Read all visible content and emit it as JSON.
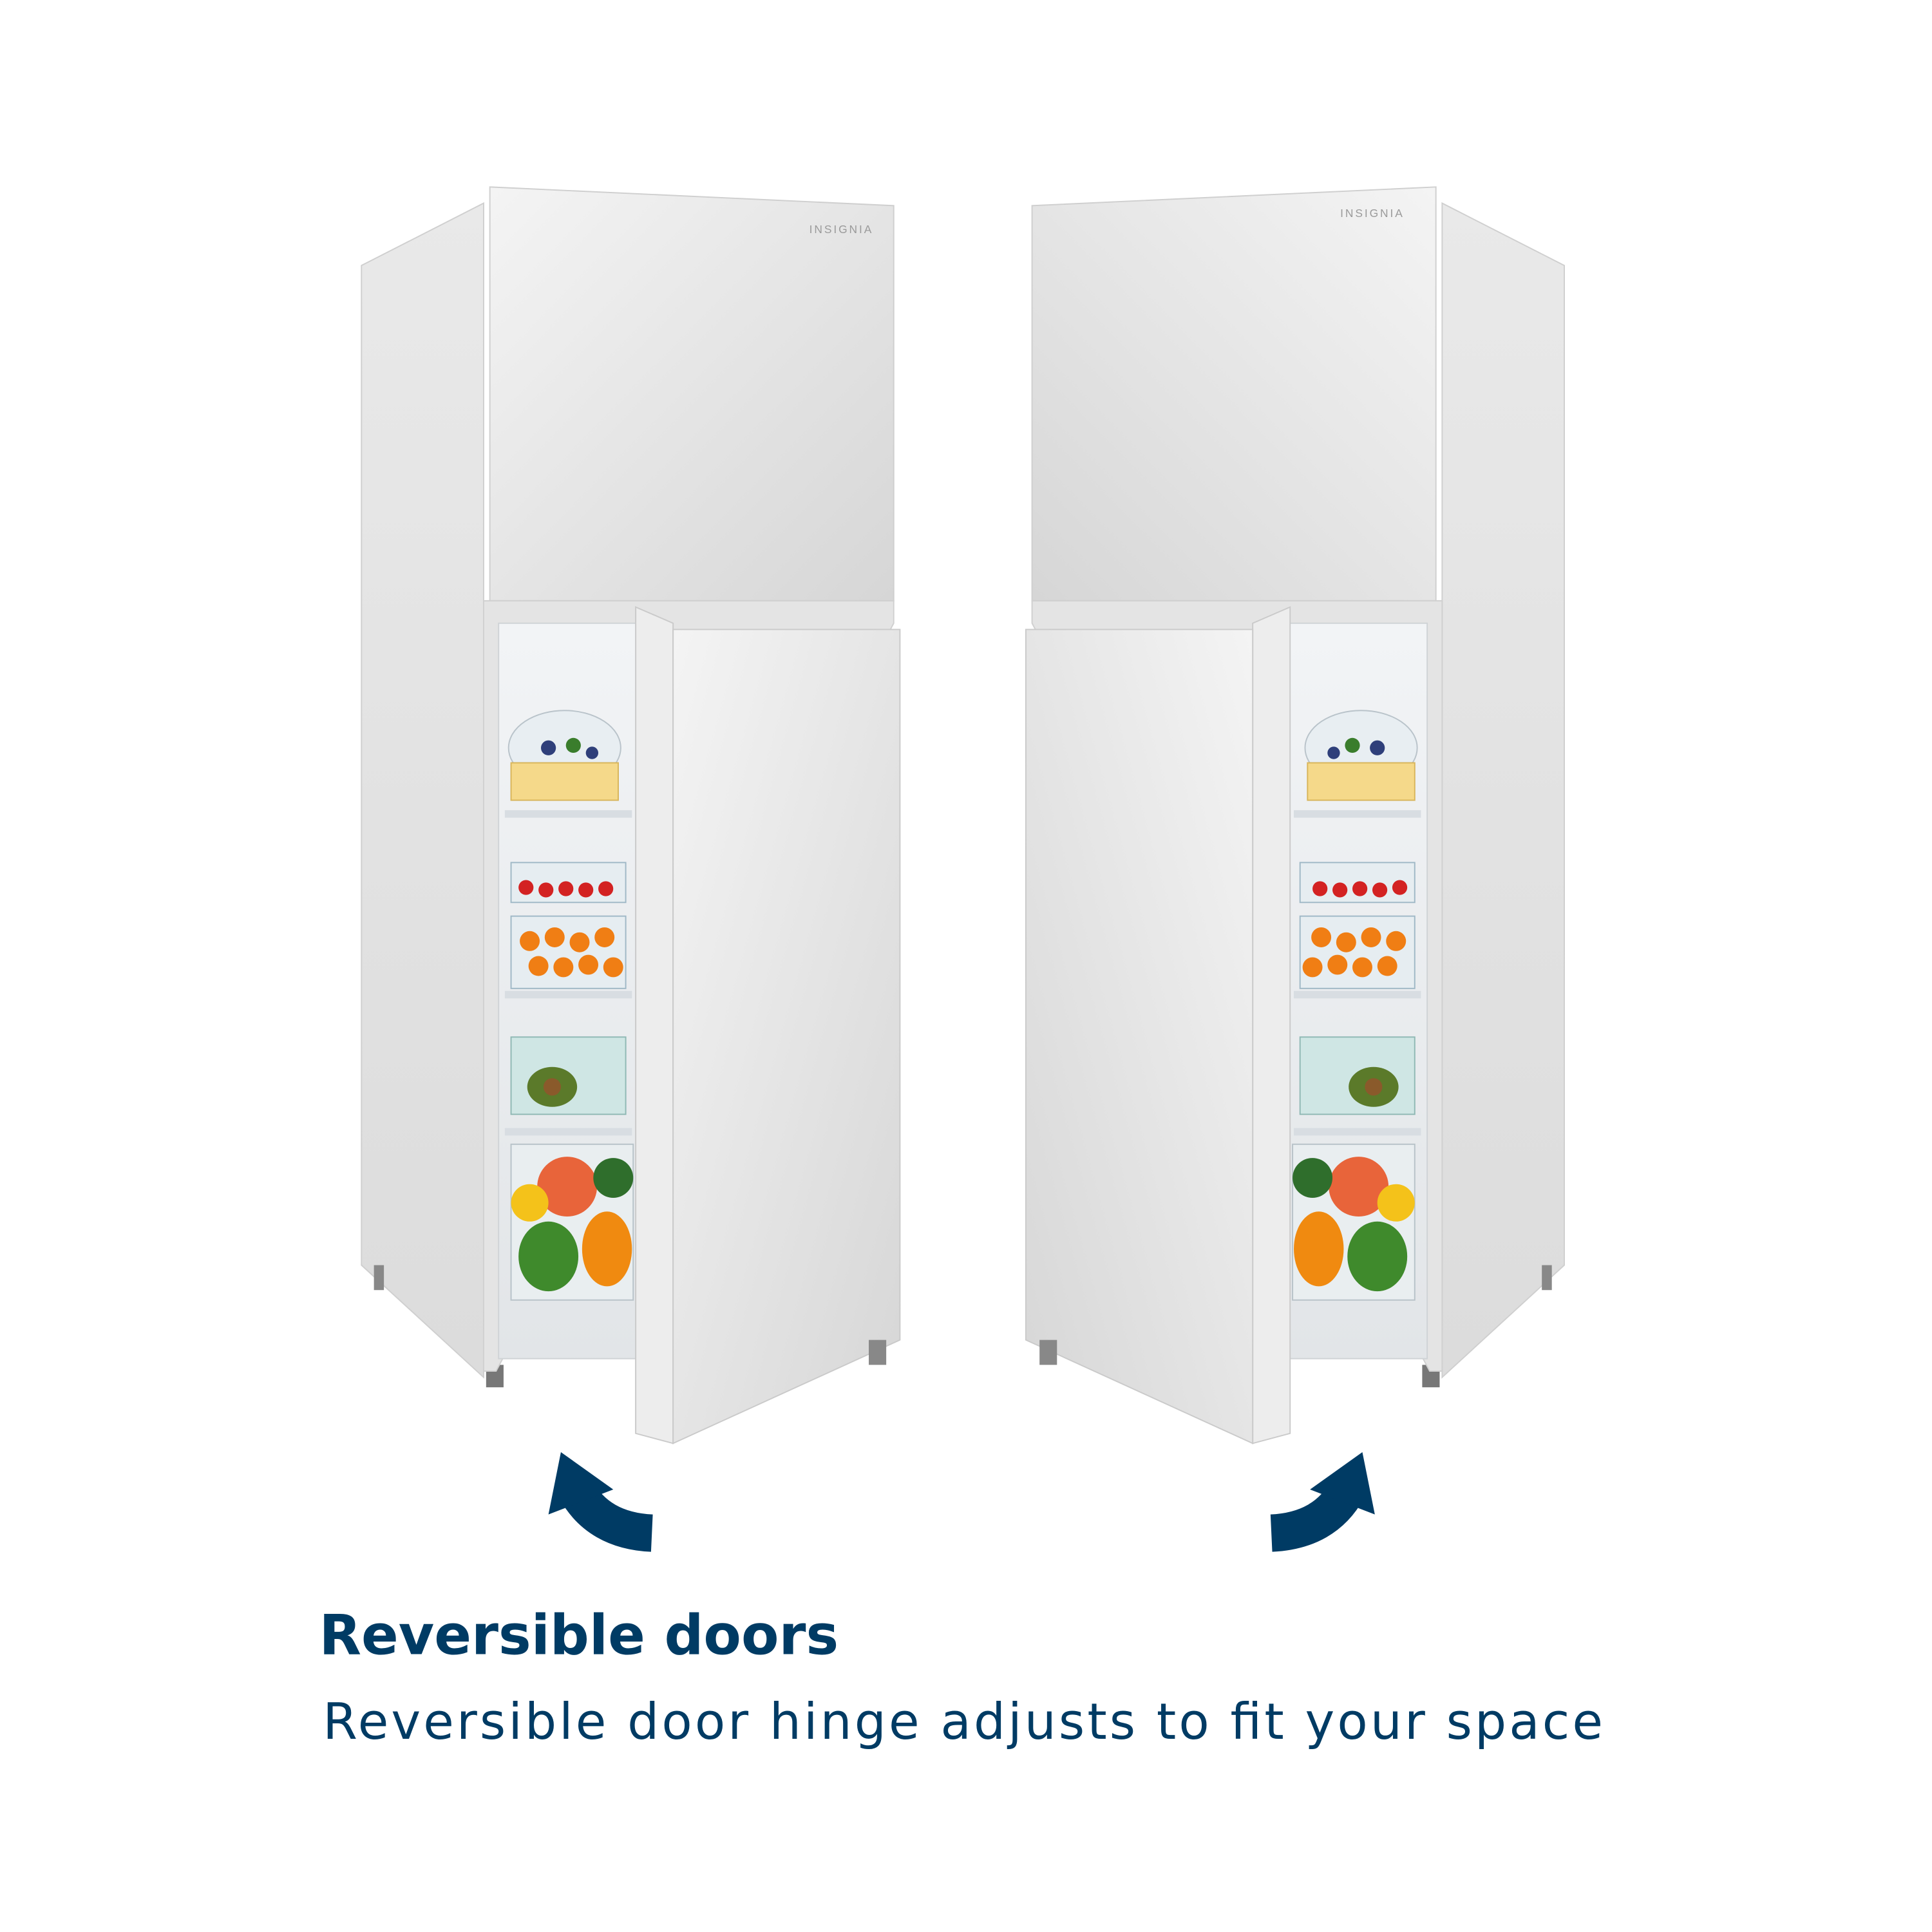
{
  "brand_logo": "INSIGNIA",
  "headline": "Reversible doors",
  "subheadline": "Reversible door hinge adjusts to fit your space",
  "colors": {
    "text": "#003b64",
    "arrow": "#003b64",
    "fridge_body": "#e6e6e6",
    "background": "#ffffff"
  },
  "icons": {
    "left_arrow": "curved-arrow-counterclockwise-icon",
    "right_arrow": "curved-arrow-clockwise-icon"
  }
}
